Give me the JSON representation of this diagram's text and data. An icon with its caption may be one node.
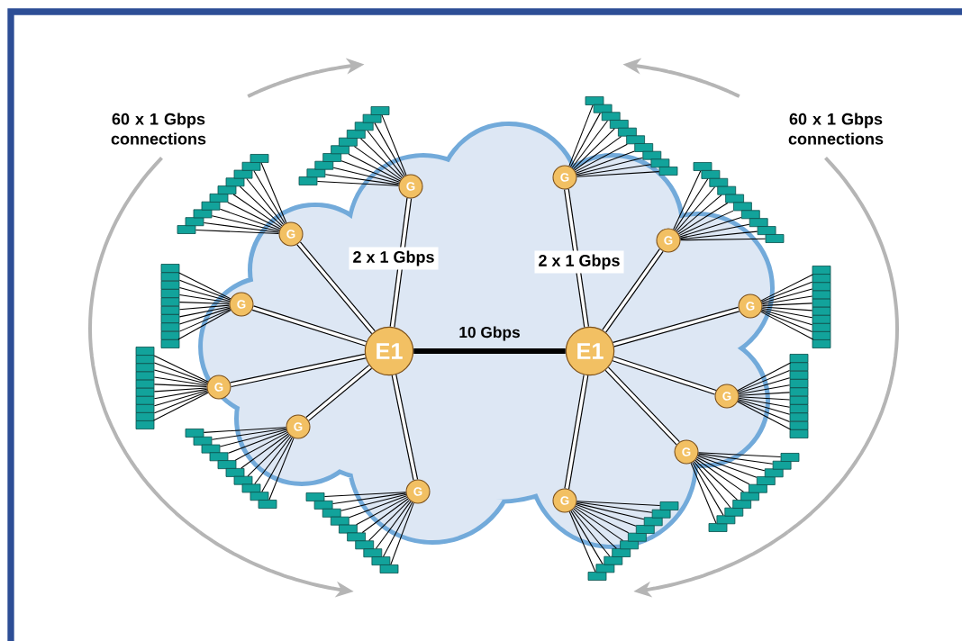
{
  "diagram": {
    "nodes": [
      {
        "text": [
          "E1"
        ]
      },
      {
        "text": [
          "E1"
        ]
      },
      {
        "text": [
          "G"
        ]
      },
      {
        "text": [
          "G"
        ]
      },
      {
        "text": [
          "G"
        ]
      },
      {
        "text": [
          "G"
        ]
      },
      {
        "text": [
          "G"
        ]
      },
      {
        "text": [
          "G"
        ]
      },
      {
        "text": [
          "G"
        ]
      },
      {
        "text": [
          "G"
        ]
      },
      {
        "text": [
          "G"
        ]
      },
      {
        "text": [
          "G"
        ]
      },
      {
        "text": [
          "G"
        ]
      },
      {
        "text": [
          "G"
        ]
      },
      {
        "text": [],
        "shape": "box"
      },
      {
        "text": [],
        "shape": "box"
      },
      {
        "text": [],
        "shape": "box"
      },
      {
        "text": [],
        "shape": "box"
      },
      {
        "text": [],
        "shape": "box"
      },
      {
        "text": [],
        "shape": "box"
      },
      {
        "text": [],
        "shape": "box"
      },
      {
        "text": [],
        "shape": "box"
      },
      {
        "text": [],
        "shape": "box"
      },
      {
        "text": [],
        "shape": "box"
      },
      {
        "text": [],
        "shape": "box"
      },
      {
        "text": [],
        "shape": "box"
      },
      {
        "text": [],
        "shape": "box"
      },
      {
        "text": [],
        "shape": "box"
      },
      {
        "text": [],
        "shape": "box"
      },
      {
        "text": [],
        "shape": "box"
      },
      {
        "text": [],
        "shape": "box"
      },
      {
        "text": [],
        "shape": "box"
      },
      {
        "text": [],
        "shape": "box"
      },
      {
        "text": [],
        "shape": "box"
      },
      {
        "text": [],
        "shape": "box"
      },
      {
        "text": [],
        "shape": "box"
      },
      {
        "text": [],
        "shape": "box"
      },
      {
        "text": [],
        "shape": "box"
      },
      {
        "text": [],
        "shape": "box"
      },
      {
        "text": [],
        "shape": "box"
      },
      {
        "text": [],
        "shape": "box"
      },
      {
        "text": [],
        "shape": "box"
      },
      {
        "text": [],
        "shape": "box"
      },
      {
        "text": [],
        "shape": "box"
      },
      {
        "text": [],
        "shape": "box"
      },
      {
        "text": [],
        "shape": "box"
      },
      {
        "text": [],
        "shape": "box"
      },
      {
        "text": [],
        "shape": "box"
      },
      {
        "text": [],
        "shape": "box"
      },
      {
        "text": [],
        "shape": "box"
      },
      {
        "text": [],
        "shape": "box"
      },
      {
        "text": [],
        "shape": "box"
      },
      {
        "text": [],
        "shape": "box"
      },
      {
        "text": [],
        "shape": "box"
      },
      {
        "text": [],
        "shape": "box"
      },
      {
        "text": [],
        "shape": "box"
      },
      {
        "text": [],
        "shape": "box"
      },
      {
        "text": [],
        "shape": "box"
      },
      {
        "text": [],
        "shape": "box"
      },
      {
        "text": [],
        "shape": "box"
      },
      {
        "text": [],
        "shape": "box"
      },
      {
        "text": [],
        "shape": "box"
      },
      {
        "text": [],
        "shape": "box"
      },
      {
        "text": [],
        "shape": "box"
      },
      {
        "text": [],
        "shape": "box"
      },
      {
        "text": [],
        "shape": "box"
      },
      {
        "text": [],
        "shape": "box"
      },
      {
        "text": [],
        "shape": "box"
      },
      {
        "text": [],
        "shape": "box"
      },
      {
        "text": [],
        "shape": "box"
      },
      {
        "text": [],
        "shape": "box"
      },
      {
        "text": [],
        "shape": "box"
      },
      {
        "text": [],
        "shape": "box"
      },
      {
        "text": [],
        "shape": "box"
      },
      {
        "text": [],
        "shape": "box"
      },
      {
        "text": [],
        "shape": "box"
      },
      {
        "text": [],
        "shape": "box"
      },
      {
        "text": [],
        "shape": "box"
      },
      {
        "text": [],
        "shape": "box"
      },
      {
        "text": [],
        "shape": "box"
      },
      {
        "text": [],
        "shape": "box"
      },
      {
        "text": [],
        "shape": "box"
      },
      {
        "text": [],
        "shape": "box"
      },
      {
        "text": [],
        "shape": "box"
      },
      {
        "text": [],
        "shape": "box"
      },
      {
        "text": [],
        "shape": "box"
      },
      {
        "text": [],
        "shape": "box"
      },
      {
        "text": [],
        "shape": "box"
      },
      {
        "text": [],
        "shape": "box"
      },
      {
        "text": [],
        "shape": "box"
      },
      {
        "text": [],
        "shape": "box"
      },
      {
        "text": [],
        "shape": "box"
      },
      {
        "text": [],
        "shape": "box"
      },
      {
        "text": [],
        "shape": "box"
      },
      {
        "text": [],
        "shape": "box"
      },
      {
        "text": [],
        "shape": "box"
      },
      {
        "text": [],
        "shape": "box"
      },
      {
        "text": [],
        "shape": "box"
      },
      {
        "text": [],
        "shape": "box"
      },
      {
        "text": [],
        "shape": "box"
      },
      {
        "text": [],
        "shape": "box"
      },
      {
        "text": [],
        "shape": "box"
      },
      {
        "text": [],
        "shape": "box"
      },
      {
        "text": [],
        "shape": "box"
      },
      {
        "text": [],
        "shape": "box"
      },
      {
        "text": [],
        "shape": "box"
      },
      {
        "text": [],
        "shape": "box"
      },
      {
        "text": [],
        "shape": "box"
      },
      {
        "text": [],
        "shape": "box"
      },
      {
        "text": [],
        "shape": "box"
      },
      {
        "text": [],
        "shape": "box"
      },
      {
        "text": [],
        "shape": "box"
      },
      {
        "text": [],
        "shape": "box"
      },
      {
        "text": [],
        "shape": "box"
      },
      {
        "text": [],
        "shape": "box"
      },
      {
        "text": [],
        "shape": "box"
      },
      {
        "text": [],
        "shape": "box"
      },
      {
        "text": [],
        "shape": "box"
      },
      {
        "text": [],
        "shape": "box"
      },
      {
        "text": [],
        "shape": "box"
      },
      {
        "text": [],
        "shape": "box"
      },
      {
        "text": [],
        "shape": "box"
      },
      {
        "text": [],
        "shape": "box"
      },
      {
        "text": [],
        "shape": "box"
      },
      {
        "text": [],
        "shape": "box"
      },
      {
        "text": [],
        "shape": "box"
      },
      {
        "text": [],
        "shape": "box"
      },
      {
        "text": [],
        "shape": "box"
      },
      {
        "text": [],
        "shape": "box"
      },
      {
        "text": [],
        "shape": "box"
      },
      {
        "text": [],
        "shape": "box"
      },
      {
        "text": [],
        "shape": "box"
      },
      {
        "text": [],
        "shape": "box"
      },
      {
        "text": [],
        "shape": "box"
      }
    ],
    "edges": [
      {
        "from": 0,
        "to": 1,
        "arrow": "none",
        "style": "thick",
        "label": "10 Gbps"
      },
      {
        "from": 2,
        "to": 0,
        "arrow": "none",
        "style": "thick"
      },
      {
        "from": 3,
        "to": 0,
        "arrow": "none",
        "style": "thick"
      },
      {
        "from": 4,
        "to": 0,
        "arrow": "none",
        "style": "thick"
      },
      {
        "from": 5,
        "to": 0,
        "arrow": "none",
        "style": "thick"
      },
      {
        "from": 6,
        "to": 0,
        "arrow": "none",
        "style": "thick"
      },
      {
        "from": 7,
        "to": 0,
        "arrow": "none",
        "style": "thick"
      },
      {
        "from": 8,
        "to": 1,
        "arrow": "none",
        "style": "thick"
      },
      {
        "from": 9,
        "to": 1,
        "arrow": "none",
        "style": "thick"
      },
      {
        "from": 10,
        "to": 1,
        "arrow": "none",
        "style": "thick"
      },
      {
        "from": 11,
        "to": 1,
        "arrow": "none",
        "style": "thick"
      },
      {
        "from": 12,
        "to": 1,
        "arrow": "none",
        "style": "thick"
      },
      {
        "from": 13,
        "to": 1,
        "arrow": "none",
        "style": "thick"
      },
      {
        "from": 2,
        "to": 14,
        "arrow": "none"
      },
      {
        "from": 2,
        "to": 15,
        "arrow": "none"
      },
      {
        "from": 2,
        "to": 16,
        "arrow": "none"
      },
      {
        "from": 2,
        "to": 17,
        "arrow": "none"
      },
      {
        "from": 2,
        "to": 18,
        "arrow": "none"
      },
      {
        "from": 2,
        "to": 19,
        "arrow": "none"
      },
      {
        "from": 2,
        "to": 20,
        "arrow": "none"
      },
      {
        "from": 2,
        "to": 21,
        "arrow": "none"
      },
      {
        "from": 2,
        "to": 22,
        "arrow": "none"
      },
      {
        "from": 2,
        "to": 23,
        "arrow": "none"
      },
      {
        "from": 3,
        "to": 24,
        "arrow": "none"
      },
      {
        "from": 3,
        "to": 25,
        "arrow": "none"
      },
      {
        "from": 3,
        "to": 26,
        "arrow": "none"
      },
      {
        "from": 3,
        "to": 27,
        "arrow": "none"
      },
      {
        "from": 3,
        "to": 28,
        "arrow": "none"
      },
      {
        "from": 3,
        "to": 29,
        "arrow": "none"
      },
      {
        "from": 3,
        "to": 30,
        "arrow": "none"
      },
      {
        "from": 3,
        "to": 31,
        "arrow": "none"
      },
      {
        "from": 3,
        "to": 32,
        "arrow": "none"
      },
      {
        "from": 3,
        "to": 33,
        "arrow": "none"
      },
      {
        "from": 4,
        "to": 34,
        "arrow": "none"
      },
      {
        "from": 4,
        "to": 35,
        "arrow": "none"
      },
      {
        "from": 4,
        "to": 36,
        "arrow": "none"
      },
      {
        "from": 4,
        "to": 37,
        "arrow": "none"
      },
      {
        "from": 4,
        "to": 38,
        "arrow": "none"
      },
      {
        "from": 4,
        "to": 39,
        "arrow": "none"
      },
      {
        "from": 4,
        "to": 40,
        "arrow": "none"
      },
      {
        "from": 4,
        "to": 41,
        "arrow": "none"
      },
      {
        "from": 4,
        "to": 42,
        "arrow": "none"
      },
      {
        "from": 4,
        "to": 43,
        "arrow": "none"
      },
      {
        "from": 5,
        "to": 44,
        "arrow": "none"
      },
      {
        "from": 5,
        "to": 45,
        "arrow": "none"
      },
      {
        "from": 5,
        "to": 46,
        "arrow": "none"
      },
      {
        "from": 5,
        "to": 47,
        "arrow": "none"
      },
      {
        "from": 5,
        "to": 48,
        "arrow": "none"
      },
      {
        "from": 5,
        "to": 49,
        "arrow": "none"
      },
      {
        "from": 5,
        "to": 50,
        "arrow": "none"
      },
      {
        "from": 5,
        "to": 51,
        "arrow": "none"
      },
      {
        "from": 5,
        "to": 52,
        "arrow": "none"
      },
      {
        "from": 5,
        "to": 53,
        "arrow": "none"
      },
      {
        "from": 6,
        "to": 54,
        "arrow": "none"
      },
      {
        "from": 6,
        "to": 55,
        "arrow": "none"
      },
      {
        "from": 6,
        "to": 56,
        "arrow": "none"
      },
      {
        "from": 6,
        "to": 57,
        "arrow": "none"
      },
      {
        "from": 6,
        "to": 58,
        "arrow": "none"
      },
      {
        "from": 6,
        "to": 59,
        "arrow": "none"
      },
      {
        "from": 6,
        "to": 60,
        "arrow": "none"
      },
      {
        "from": 6,
        "to": 61,
        "arrow": "none"
      },
      {
        "from": 6,
        "to": 62,
        "arrow": "none"
      },
      {
        "from": 6,
        "to": 63,
        "arrow": "none"
      },
      {
        "from": 7,
        "to": 64,
        "arrow": "none"
      },
      {
        "from": 7,
        "to": 65,
        "arrow": "none"
      },
      {
        "from": 7,
        "to": 66,
        "arrow": "none"
      },
      {
        "from": 7,
        "to": 67,
        "arrow": "none"
      },
      {
        "from": 7,
        "to": 68,
        "arrow": "none"
      },
      {
        "from": 7,
        "to": 69,
        "arrow": "none"
      },
      {
        "from": 7,
        "to": 70,
        "arrow": "none"
      },
      {
        "from": 7,
        "to": 71,
        "arrow": "none"
      },
      {
        "from": 7,
        "to": 72,
        "arrow": "none"
      },
      {
        "from": 7,
        "to": 73,
        "arrow": "none"
      },
      {
        "from": 8,
        "to": 74,
        "arrow": "none"
      },
      {
        "from": 8,
        "to": 75,
        "arrow": "none"
      },
      {
        "from": 8,
        "to": 76,
        "arrow": "none"
      },
      {
        "from": 8,
        "to": 77,
        "arrow": "none"
      },
      {
        "from": 8,
        "to": 78,
        "arrow": "none"
      },
      {
        "from": 8,
        "to": 79,
        "arrow": "none"
      },
      {
        "from": 8,
        "to": 80,
        "arrow": "none"
      },
      {
        "from": 8,
        "to": 81,
        "arrow": "none"
      },
      {
        "from": 8,
        "to": 82,
        "arrow": "none"
      },
      {
        "from": 8,
        "to": 83,
        "arrow": "none"
      },
      {
        "from": 9,
        "to": 84,
        "arrow": "none"
      },
      {
        "from": 9,
        "to": 85,
        "arrow": "none"
      },
      {
        "from": 9,
        "to": 86,
        "arrow": "none"
      },
      {
        "from": 9,
        "to": 87,
        "arrow": "none"
      },
      {
        "from": 9,
        "to": 88,
        "arrow": "none"
      },
      {
        "from": 9,
        "to": 89,
        "arrow": "none"
      },
      {
        "from": 9,
        "to": 90,
        "arrow": "none"
      },
      {
        "from": 9,
        "to": 91,
        "arrow": "none"
      },
      {
        "from": 9,
        "to": 92,
        "arrow": "none"
      },
      {
        "from": 9,
        "to": 93,
        "arrow": "none"
      },
      {
        "from": 10,
        "to": 94,
        "arrow": "none"
      },
      {
        "from": 10,
        "to": 95,
        "arrow": "none"
      },
      {
        "from": 10,
        "to": 96,
        "arrow": "none"
      },
      {
        "from": 10,
        "to": 97,
        "arrow": "none"
      },
      {
        "from": 10,
        "to": 98,
        "arrow": "none"
      },
      {
        "from": 10,
        "to": 99,
        "arrow": "none"
      },
      {
        "from": 10,
        "to": 100,
        "arrow": "none"
      },
      {
        "from": 10,
        "to": 101,
        "arrow": "none"
      },
      {
        "from": 10,
        "to": 102,
        "arrow": "none"
      },
      {
        "from": 10,
        "to": 103,
        "arrow": "none"
      },
      {
        "from": 11,
        "to": 104,
        "arrow": "none"
      },
      {
        "from": 11,
        "to": 105,
        "arrow": "none"
      },
      {
        "from": 11,
        "to": 106,
        "arrow": "none"
      },
      {
        "from": 11,
        "to": 107,
        "arrow": "none"
      },
      {
        "from": 11,
        "to": 108,
        "arrow": "none"
      },
      {
        "from": 11,
        "to": 109,
        "arrow": "none"
      },
      {
        "from": 11,
        "to": 110,
        "arrow": "none"
      },
      {
        "from": 11,
        "to": 111,
        "arrow": "none"
      },
      {
        "from": 11,
        "to": 112,
        "arrow": "none"
      },
      {
        "from": 11,
        "to": 113,
        "arrow": "none"
      },
      {
        "from": 12,
        "to": 114,
        "arrow": "none"
      },
      {
        "from": 12,
        "to": 115,
        "arrow": "none"
      },
      {
        "from": 12,
        "to": 116,
        "arrow": "none"
      },
      {
        "from": 12,
        "to": 117,
        "arrow": "none"
      },
      {
        "from": 12,
        "to": 118,
        "arrow": "none"
      },
      {
        "from": 12,
        "to": 119,
        "arrow": "none"
      },
      {
        "from": 12,
        "to": 120,
        "arrow": "none"
      },
      {
        "from": 12,
        "to": 121,
        "arrow": "none"
      },
      {
        "from": 12,
        "to": 122,
        "arrow": "none"
      },
      {
        "from": 12,
        "to": 123,
        "arrow": "none"
      },
      {
        "from": 13,
        "to": 124,
        "arrow": "none"
      },
      {
        "from": 13,
        "to": 125,
        "arrow": "none"
      },
      {
        "from": 13,
        "to": 126,
        "arrow": "none"
      },
      {
        "from": 13,
        "to": 127,
        "arrow": "none"
      },
      {
        "from": 13,
        "to": 128,
        "arrow": "none"
      },
      {
        "from": 13,
        "to": 129,
        "arrow": "none"
      },
      {
        "from": 13,
        "to": 130,
        "arrow": "none"
      },
      {
        "from": 13,
        "to": 131,
        "arrow": "none"
      },
      {
        "from": 13,
        "to": 132,
        "arrow": "none"
      },
      {
        "from": 13,
        "to": 133,
        "arrow": "none"
      }
    ],
    "labels": [
      "60 x 1 Gbps connections",
      "60 x 1 Gbps connections",
      "2 x 1 Gbps",
      "2 x 1 Gbps"
    ]
  }
}
